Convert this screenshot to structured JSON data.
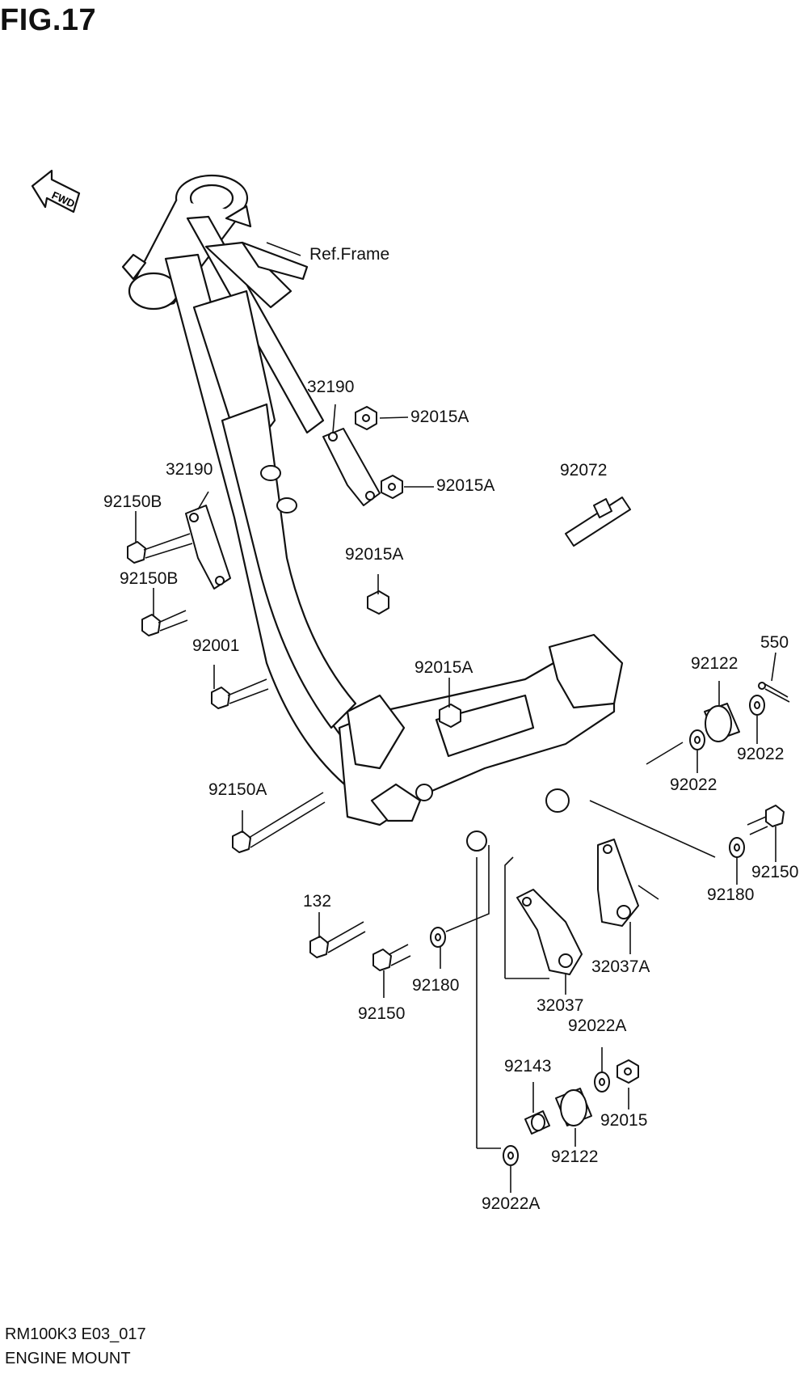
{
  "figure": {
    "title": "FIG.17",
    "fwd_label": "FWD",
    "ref_label": "Ref.Frame"
  },
  "parts": [
    {
      "id": "p1",
      "number": "32190"
    },
    {
      "id": "p2",
      "number": "92015A"
    },
    {
      "id": "p3",
      "number": "92015A"
    },
    {
      "id": "p4",
      "number": "32190"
    },
    {
      "id": "p5",
      "number": "92150B"
    },
    {
      "id": "p6",
      "number": "92150B"
    },
    {
      "id": "p7",
      "number": "92015A"
    },
    {
      "id": "p8",
      "number": "92072"
    },
    {
      "id": "p9",
      "number": "92001"
    },
    {
      "id": "p10",
      "number": "92015A"
    },
    {
      "id": "p11",
      "number": "550"
    },
    {
      "id": "p12",
      "number": "92122"
    },
    {
      "id": "p13",
      "number": "92022"
    },
    {
      "id": "p14",
      "number": "92022"
    },
    {
      "id": "p15",
      "number": "92150A"
    },
    {
      "id": "p16",
      "number": "92150"
    },
    {
      "id": "p17",
      "number": "92180"
    },
    {
      "id": "p18",
      "number": "132"
    },
    {
      "id": "p19",
      "number": "32037A"
    },
    {
      "id": "p20",
      "number": "92180"
    },
    {
      "id": "p21",
      "number": "32037"
    },
    {
      "id": "p22",
      "number": "92150"
    },
    {
      "id": "p23",
      "number": "92022A"
    },
    {
      "id": "p24",
      "number": "92143"
    },
    {
      "id": "p25",
      "number": "92015"
    },
    {
      "id": "p26",
      "number": "92122"
    },
    {
      "id": "p27",
      "number": "92022A"
    }
  ],
  "footer": {
    "code": "RM100K3 E03_017",
    "name": "ENGINE MOUNT"
  }
}
